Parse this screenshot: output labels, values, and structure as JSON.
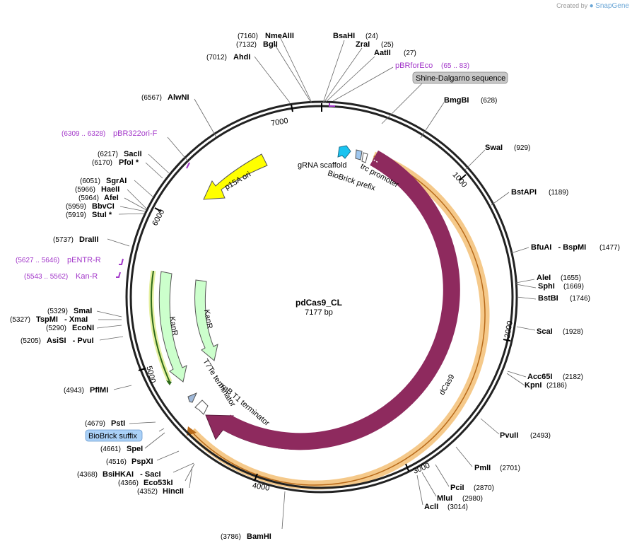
{
  "credit": {
    "created_by": "Created by",
    "brand": "SnapGene",
    "logo_icon": "snapgene-logo-icon"
  },
  "plasmid": {
    "name": "pdCas9_CL",
    "size_text": "7177 bp"
  },
  "ticks": [
    "1000",
    "2000",
    "3000",
    "4000",
    "5000",
    "6000",
    "7000"
  ],
  "sites": {
    "nmeaiii": {
      "name": "NmeAIII",
      "pos": "(7160)"
    },
    "bgli": {
      "name": "BglI",
      "pos": "(7132)"
    },
    "ahdi": {
      "name": "AhdI",
      "pos": "(7012)"
    },
    "bsahi": {
      "name": "BsaHI",
      "pos": "(24)"
    },
    "zrai": {
      "name": "ZraI",
      "pos": "(25)"
    },
    "aatii": {
      "name": "AatII",
      "pos": "(27)"
    },
    "bmggbi": {
      "name": "BmgBI",
      "pos": "(628)"
    },
    "swai": {
      "name": "SwaI",
      "pos": "(929)"
    },
    "bstapi": {
      "name": "BstAPI",
      "pos": "(1189)"
    },
    "bfuai": {
      "name": "BfuAI   - BspMI",
      "pos": "(1477)"
    },
    "alei": {
      "name": "AleI",
      "pos": "(1655)"
    },
    "sphi": {
      "name": "SphI",
      "pos": "(1669)"
    },
    "bstbi": {
      "name": "BstBI",
      "pos": "(1746)"
    },
    "scai": {
      "name": "ScaI",
      "pos": "(1928)"
    },
    "acc65i": {
      "name": "Acc65I",
      "pos": "(2182)"
    },
    "kpni": {
      "name": "KpnI",
      "pos": "(2186)"
    },
    "pvuii": {
      "name": "PvuII",
      "pos": "(2493)"
    },
    "pmli": {
      "name": "PmlI",
      "pos": "(2701)"
    },
    "pcii": {
      "name": "PciI",
      "pos": "(2870)"
    },
    "mlui": {
      "name": "MluI",
      "pos": "(2980)"
    },
    "acli": {
      "name": "AclI",
      "pos": "(3014)"
    },
    "bamhi": {
      "name": "BamHI",
      "pos": "(3786)"
    },
    "hincii": {
      "name": "HincII",
      "pos": "(4352)"
    },
    "eco53ki": {
      "name": "Eco53kI",
      "pos": "(4366)"
    },
    "bsihkai": {
      "name": "BsiHKAI   - SacI",
      "pos": "(4368)"
    },
    "pspxi": {
      "name": "PspXI",
      "pos": "(4516)"
    },
    "spei": {
      "name": "SpeI",
      "pos": "(4661)"
    },
    "psti": {
      "name": "PstI",
      "pos": "(4679)"
    },
    "pflmi": {
      "name": "PflMI",
      "pos": "(4943)"
    },
    "asisi": {
      "name": "AsiSI   - PvuI",
      "pos": "(5205)"
    },
    "econi": {
      "name": "EcoNI",
      "pos": "(5290)"
    },
    "tspmi": {
      "name": "TspMI   - XmaI",
      "pos": "(5327)"
    },
    "smai": {
      "name": "SmaI",
      "pos": "(5329)"
    },
    "draiii": {
      "name": "DraIII",
      "pos": "(5737)"
    },
    "stui": {
      "name": "StuI *",
      "pos": "(5919)"
    },
    "bbvci": {
      "name": "BbvCI",
      "pos": "(5959)"
    },
    "afei": {
      "name": "AfeI",
      "pos": "(5964)"
    },
    "haeii": {
      "name": "HaeII",
      "pos": "(5966)"
    },
    "sgrai": {
      "name": "SgrAI",
      "pos": "(6051)"
    },
    "pfoi": {
      "name": "PfoI *",
      "pos": "(6170)"
    },
    "sacii": {
      "name": "SacII",
      "pos": "(6217)"
    },
    "alwni": {
      "name": "AlwNI",
      "pos": "(6567)"
    }
  },
  "primers": {
    "pbrforeco": {
      "name": "pBRforEco",
      "pos": "(65 .. 83)"
    },
    "pbr322ori": {
      "name": "pBR322ori-F",
      "pos": "(6309 .. 6328)"
    },
    "pentr": {
      "name": "pENTR-R",
      "pos": "(5627 .. 5646)"
    },
    "kanr_primer": {
      "name": "Kan-R",
      "pos": "(5543 .. 5562)"
    }
  },
  "features": {
    "shine_dalgarno": "Shine-Dalgarno sequence",
    "biobrick_suffix": "BioBrick suffix",
    "grna_scaffold": "gRNA scaffold",
    "trc_promoter": "trc promoter",
    "biobrick_prefix": "BioBrick prefix",
    "p15a_ori": "p15A ori",
    "kanr_1": "KanR",
    "kanr_2": "KanR",
    "t7te": "T7Te terminator",
    "rrnb": "rrnB T1 terminator",
    "dcas9": "dCas9"
  },
  "colors": {
    "dcas9": "#8e2a5e",
    "orf_band": "#f5c98a",
    "p15a": "#ffff00",
    "kanr": "#ccffcc",
    "kanr_orf": "#9fd45c",
    "grna": "#19c3f0",
    "primer": "#a236c9",
    "suffix_box": "#aad1f7",
    "sd_box": "#c8c8c8"
  }
}
